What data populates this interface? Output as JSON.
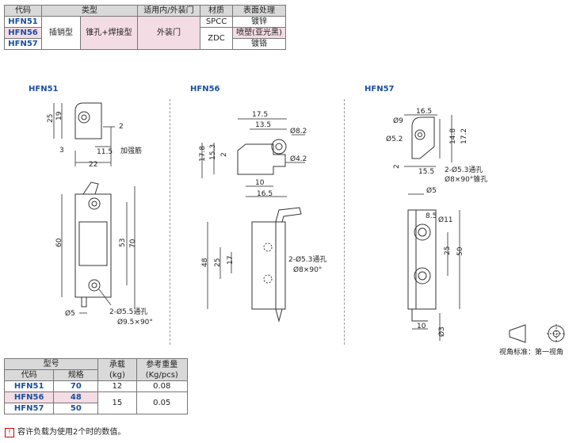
{
  "spec_table": {
    "headers": [
      "代码",
      "类型",
      "适用内/外装门",
      "材质",
      "表面处理"
    ],
    "rows": [
      {
        "code": "HFN51",
        "surface": "镀锌"
      },
      {
        "code": "HFN56",
        "surface": "喷塑(亚光黑)"
      },
      {
        "code": "HFN57",
        "surface": "镀铬"
      }
    ],
    "type1": "插销型",
    "type2": "锥孔+焊接型",
    "door": "外装门",
    "material_top": "SPCC",
    "material_bottom": "ZDC"
  },
  "drawings": {
    "hfn51": {
      "title": "HFN51",
      "dims": [
        "25",
        "19",
        "2",
        "3",
        "11.5",
        "22",
        "60",
        "53",
        "70",
        "Ø5"
      ],
      "rib_label": "加强筋",
      "hole_note_1": "2-Ø5.5通孔",
      "hole_note_2": "Ø9.5×90°"
    },
    "hfn56": {
      "title": "HFN56",
      "dims": [
        "17.5",
        "13.5",
        "Ø8.2",
        "17.8",
        "15.3",
        "2",
        "Ø4.2",
        "10",
        "16.5",
        "48",
        "25",
        "17"
      ],
      "hole_note_1": "2-Ø5.3通孔",
      "hole_note_2": "Ø8×90°"
    },
    "hfn57": {
      "title": "HFN57",
      "dims": [
        "16.5",
        "Ø9",
        "Ø5.2",
        "14.8",
        "17.2",
        "2",
        "15.5",
        "Ø5",
        "8.5",
        "Ø11",
        "25",
        "50",
        "10",
        "Ø3"
      ],
      "hole_note_1": "2-Ø5.3通孔",
      "hole_note_2": "Ø8×90°锥孔"
    }
  },
  "projection_label": "视角标准：第一视角",
  "load_table": {
    "headers": {
      "model": "型号",
      "code": "代码",
      "spec": "规格",
      "load": "承载\n(kg)",
      "weight": "参考重量\n(Kg/pcs)"
    },
    "rows": [
      {
        "code": "HFN51",
        "spec": "70",
        "load": "12",
        "weight": "0.08"
      },
      {
        "code": "HFN56",
        "spec": "48",
        "load": "15",
        "weight": "0.05"
      },
      {
        "code": "HFN57",
        "spec": "50",
        "load": "",
        "weight": ""
      }
    ]
  },
  "footnote": "容许负载为使用2个时的数值。"
}
